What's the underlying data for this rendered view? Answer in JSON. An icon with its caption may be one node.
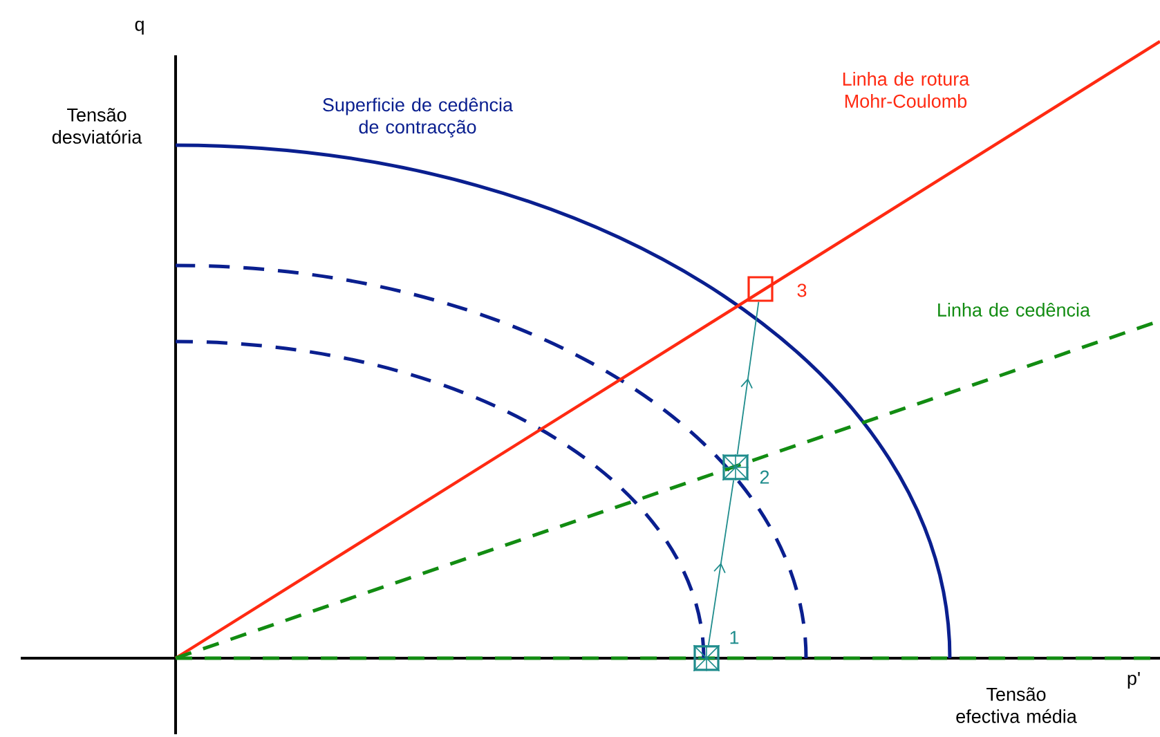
{
  "diagram": {
    "nodes": [
      {
        "text": [],
        "shape": "box",
        "beside": [
          "1"
        ]
      },
      {
        "text": [],
        "shape": "box",
        "beside": [
          "2"
        ]
      },
      {
        "text": [],
        "shape": "box",
        "beside": [
          "3"
        ]
      }
    ],
    "edges": [
      {
        "from": 0,
        "to": 1,
        "arrow": "to"
      },
      {
        "from": 1,
        "to": 2,
        "arrow": "to"
      }
    ],
    "labels": [
      "q",
      "Tensão desviatória",
      "Superficie de cedência de contracção",
      "Linha de rotura Mohr-Coulomb",
      "Linha de cedência",
      "Tensão efectiva média",
      "p'"
    ]
  }
}
